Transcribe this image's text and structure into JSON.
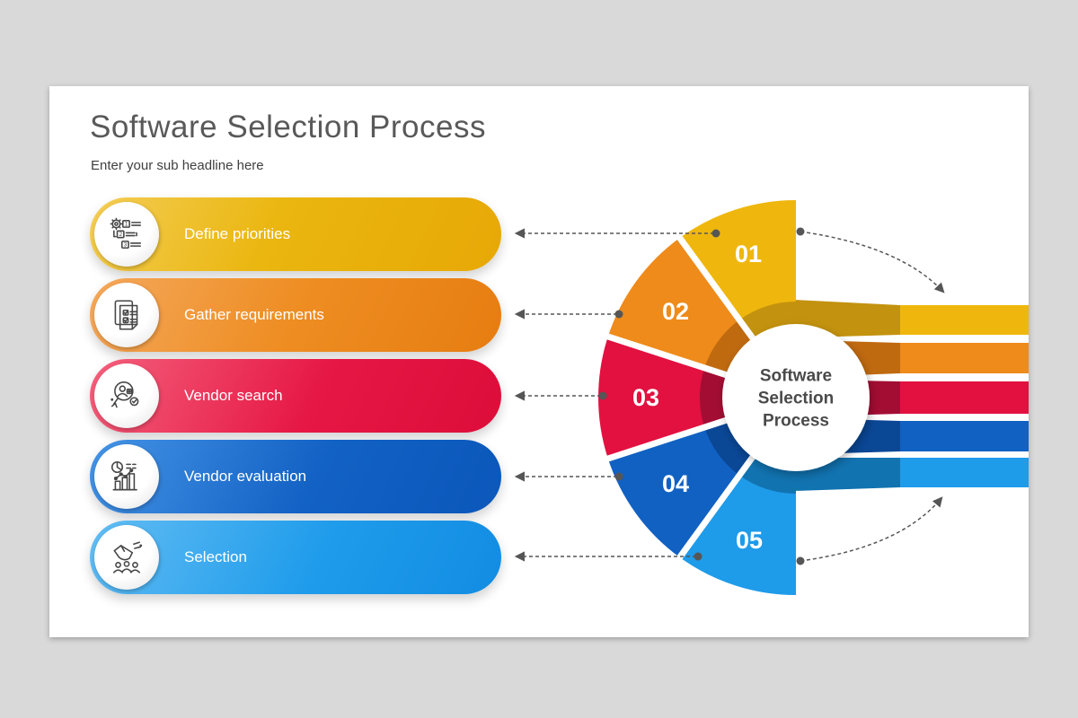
{
  "slide": {
    "title": "Software Selection Process",
    "subtitle": "Enter your sub headline here",
    "center_lines": [
      "Software",
      "Selection",
      "Process"
    ],
    "steps": [
      {
        "number": "01",
        "label": "Define priorities",
        "icon": "priorities-list-icon",
        "color": "#EFB70D",
        "color_dark": "#C3920E",
        "pill_from": "#F4CD55",
        "pill_to": "#E7A806",
        "icon_digits": [
          "1",
          "2",
          "3"
        ]
      },
      {
        "number": "02",
        "label": "Gather requirements",
        "icon": "checklist-document-icon",
        "color": "#EE8B1B",
        "color_dark": "#C06A10",
        "pill_from": "#F4A85C",
        "pill_to": "#E67D11"
      },
      {
        "number": "03",
        "label": "Vendor search",
        "icon": "vendor-search-icon",
        "color": "#E21140",
        "color_dark": "#A30D33",
        "pill_from": "#F4607C",
        "pill_to": "#DD0D3A"
      },
      {
        "number": "04",
        "label": "Vendor evaluation",
        "icon": "evaluation-chart-icon",
        "color": "#1161C3",
        "color_dark": "#0A4795",
        "pill_from": "#4594E6",
        "pill_to": "#0B57BA"
      },
      {
        "number": "05",
        "label": "Selection",
        "icon": "selection-hand-icon",
        "color": "#1E9BE9",
        "color_dark": "#1173B0",
        "pill_from": "#63BDF3",
        "pill_to": "#128CE2"
      }
    ]
  }
}
